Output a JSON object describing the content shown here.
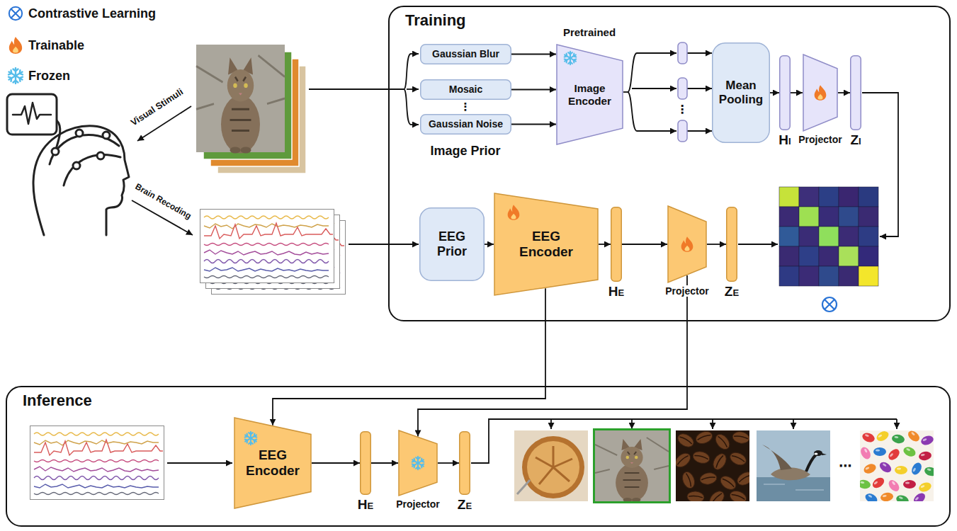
{
  "diagram": {
    "nodes": [
      {
        "text": [
          "Training"
        ]
      },
      {
        "text": [
          "Gaussian Blur"
        ],
        "in": 0
      },
      {
        "text": [
          "Mosaic"
        ],
        "in": 0
      },
      {
        "text": [
          "Gaussian Noise"
        ],
        "in": 0
      },
      {
        "text": [
          "Image Encoder"
        ],
        "in": 0
      },
      {
        "text": [
          "Mean Pooling"
        ],
        "in": 0
      },
      {
        "text": [
          "HI"
        ],
        "in": 0
      },
      {
        "text": [
          "Projector"
        ],
        "in": 0
      },
      {
        "text": [
          "ZI"
        ],
        "in": 0
      },
      {
        "text": [
          "EEG Prior"
        ],
        "in": 0
      },
      {
        "text": [
          "EEG Encoder"
        ],
        "in": 0
      },
      {
        "text": [
          "HE"
        ],
        "in": 0
      },
      {
        "text": [
          "Projector"
        ],
        "in": 0
      },
      {
        "text": [
          "ZE"
        ],
        "in": 0
      },
      {
        "text": [
          "Inference"
        ]
      },
      {
        "text": [
          "EEG Encoder"
        ],
        "in": 14
      },
      {
        "text": [
          "HE"
        ],
        "in": 14
      },
      {
        "text": [
          "Projector"
        ],
        "in": 14
      },
      {
        "text": [
          "ZE"
        ],
        "in": 14
      }
    ],
    "edges": [
      {
        "from": 1,
        "to": 4,
        "arrow": "to"
      },
      {
        "from": 2,
        "to": 4,
        "arrow": "to"
      },
      {
        "from": 3,
        "to": 4,
        "arrow": "to"
      },
      {
        "from": 5,
        "to": 6,
        "arrow": "to"
      },
      {
        "from": 6,
        "to": 7,
        "arrow": "to"
      },
      {
        "from": 7,
        "to": 8,
        "arrow": "to"
      },
      {
        "from": 9,
        "to": 10,
        "arrow": "to"
      },
      {
        "from": 10,
        "to": 11,
        "arrow": "to"
      },
      {
        "from": 11,
        "to": 12,
        "arrow": "to"
      },
      {
        "from": 12,
        "to": 13,
        "arrow": "to"
      },
      {
        "from": 10,
        "to": 15,
        "arrow": "to"
      },
      {
        "from": 12,
        "to": 17,
        "arrow": "to"
      },
      {
        "from": 15,
        "to": 16,
        "arrow": "to"
      },
      {
        "from": 16,
        "to": 17,
        "arrow": "to"
      },
      {
        "from": 17,
        "to": 18,
        "arrow": "to"
      }
    ],
    "labels": [
      "Visual Stimuli",
      "Brain Recoding",
      "Pretrained",
      "Image Prior",
      "⋮",
      "⋮",
      "⋯"
    ],
    "legend": [
      {
        "text": "Contrastive Learning"
      },
      {
        "text": "Trainable"
      },
      {
        "text": "Frozen"
      }
    ]
  }
}
